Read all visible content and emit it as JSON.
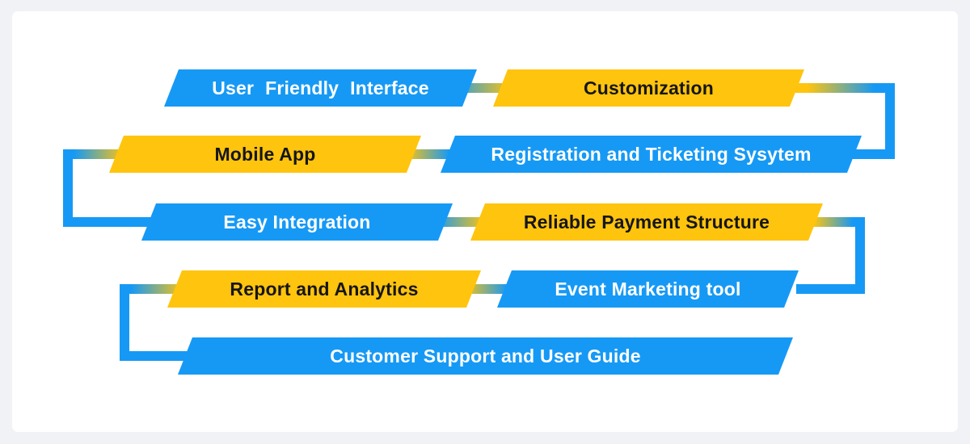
{
  "colors": {
    "blue": "#1699F5",
    "yellow": "#FFC40E",
    "text_on_yellow": "#161616",
    "text_on_blue": "#FFFFFF",
    "background": "#F1F2F6",
    "card": "#FFFFFF"
  },
  "diagram": {
    "type": "feature-flow-infographic",
    "banners": [
      {
        "label": "User Friendly Interface",
        "color": "blue"
      },
      {
        "label": "Customization",
        "color": "yellow"
      },
      {
        "label": "Mobile App",
        "color": "yellow"
      },
      {
        "label": "Registration and Ticketing Sysytem",
        "color": "blue"
      },
      {
        "label": "Easy Integration",
        "color": "blue"
      },
      {
        "label": "Reliable Payment Structure",
        "color": "yellow"
      },
      {
        "label": "Report and Analytics",
        "color": "yellow"
      },
      {
        "label": "Event Marketing tool",
        "color": "blue"
      },
      {
        "label": "Customer Support and User Guide",
        "color": "blue"
      }
    ],
    "flow_order": [
      "User Friendly Interface",
      "Customization",
      "Registration and Ticketing Sysytem",
      "Mobile App",
      "Easy Integration",
      "Reliable Payment Structure",
      "Event Marketing tool",
      "Report and Analytics",
      "Customer Support and User Guide"
    ]
  }
}
